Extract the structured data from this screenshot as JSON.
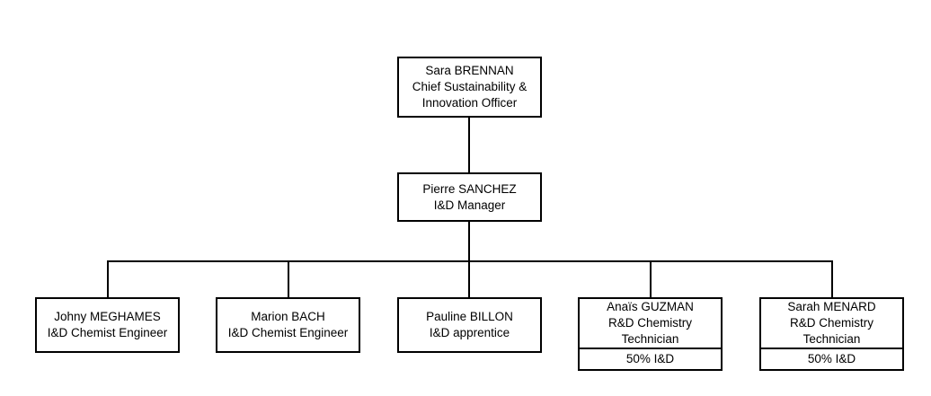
{
  "chart_title": "",
  "style": {
    "background": "#ffffff",
    "line_color": "#000000",
    "text_color": "#000000"
  },
  "org_chart": {
    "type": "organization-chart",
    "levels": [
      {
        "level": 1,
        "nodes": [
          {
            "id": "brennan",
            "name": "Sara BRENNAN",
            "title_line_1": "Chief Sustainability &",
            "title_line_2": "Innovation Officer",
            "allocation": ""
          }
        ]
      },
      {
        "level": 2,
        "nodes": [
          {
            "id": "sanchez",
            "name": "Pierre SANCHEZ",
            "title_line_1": "I&D Manager",
            "title_line_2": "",
            "allocation": ""
          }
        ]
      },
      {
        "level": 3,
        "nodes": [
          {
            "id": "meghames",
            "name": "Johny MEGHAMES",
            "title_line_1": "I&D Chemist Engineer",
            "title_line_2": "",
            "allocation": ""
          },
          {
            "id": "bach",
            "name": "Marion BACH",
            "title_line_1": "I&D Chemist Engineer",
            "title_line_2": "",
            "allocation": ""
          },
          {
            "id": "billon",
            "name": "Pauline BILLON",
            "title_line_1": "I&D apprentice",
            "title_line_2": "",
            "allocation": ""
          },
          {
            "id": "guzman",
            "name": "Anaïs GUZMAN",
            "title_line_1": "R&D Chemistry",
            "title_line_2": "Technician",
            "allocation": "50% I&D"
          },
          {
            "id": "menard",
            "name": "Sarah MENARD",
            "title_line_1": "R&D Chemistry",
            "title_line_2": "Technician",
            "allocation": "50% I&D"
          }
        ]
      }
    ]
  }
}
